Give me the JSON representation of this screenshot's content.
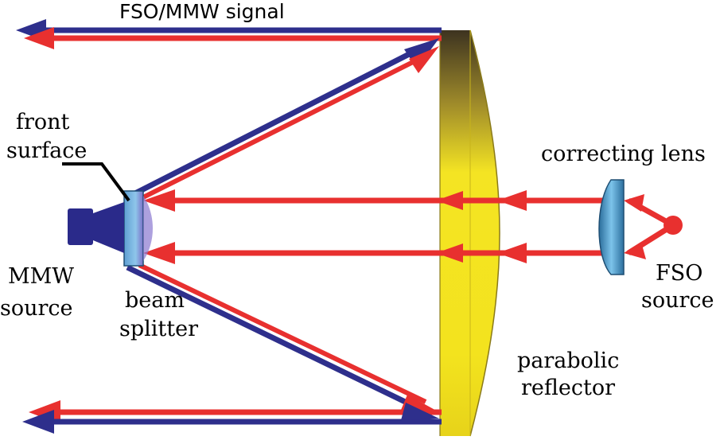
{
  "labels": {
    "signal": "FSO/MMW signal",
    "front_surface_line1": "front",
    "front_surface_line2": "surface",
    "mmw_source_line1": "MMW",
    "mmw_source_line2": "source",
    "beam_splitter_line1": "beam",
    "beam_splitter_line2": "splitter",
    "correcting_lens": "correcting lens",
    "fso_source_line1": "FSO",
    "fso_source_line2": "source",
    "parabolic_reflector_line1": "parabolic",
    "parabolic_reflector_line2": "reflector"
  },
  "colors": {
    "red_beam": "#e8302f",
    "blue_beam": "#2e2f8c",
    "reflector": "#f3e31e",
    "reflector_dark": "#4a3b1c",
    "splitter": "#6fa6d6",
    "lens": "#58a9d9",
    "mmw_box": "#2a2a8a",
    "fso_dot": "#e8302f"
  }
}
